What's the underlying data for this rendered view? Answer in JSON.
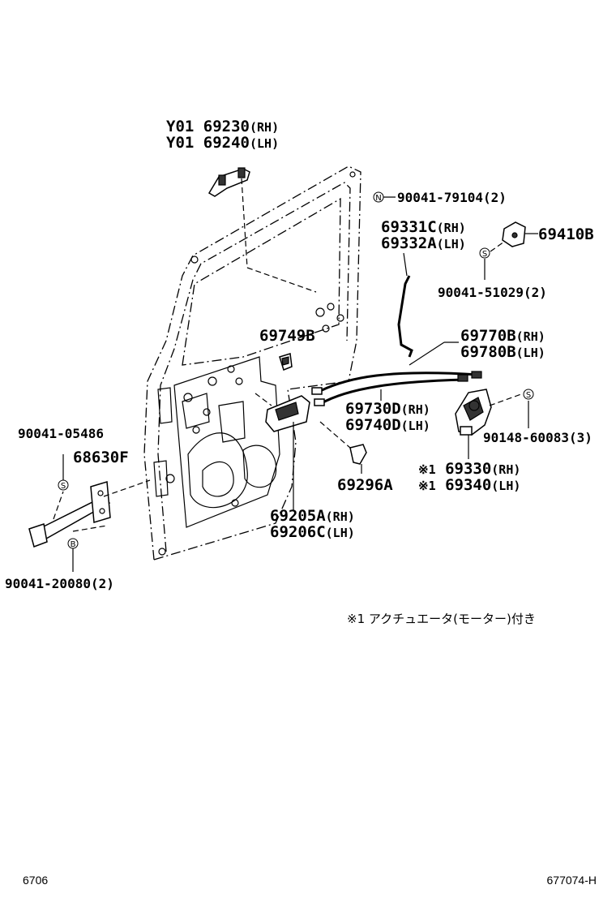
{
  "parts": {
    "outside_handle": {
      "line1_prefix": "Y01",
      "line1_num": "69230",
      "line1_side": "(RH)",
      "line2_prefix": "Y01",
      "line2_num": "69240",
      "line2_side": "(LH)"
    },
    "bolt_n": {
      "symbol": "N",
      "label": "90041-79104(2)"
    },
    "lock_rod": {
      "line1": "69331C",
      "line1_side": "(RH)",
      "line2": "69332A",
      "line2_side": "(LH)"
    },
    "striker": {
      "label": "69410B"
    },
    "screw_s1": {
      "symbol": "S",
      "label": "90041-51029(2)"
    },
    "cable_a": {
      "line1": "69770B",
      "line1_side": "(RH)",
      "line2": "69780B",
      "line2_side": "(LH)"
    },
    "clip": {
      "label": "69749B"
    },
    "cable_b": {
      "line1": "69730D",
      "line1_side": "(RH)",
      "line2": "69740D",
      "line2_side": "(LH)"
    },
    "screw_s2": {
      "symbol": "S",
      "label": "90148-60083(3)"
    },
    "bolt_left": {
      "label": "90041-05486"
    },
    "check": {
      "label": "68630F"
    },
    "grommet": {
      "label": "69296A"
    },
    "lock_assy": {
      "mark": "※1",
      "line1": "69330",
      "line1_side": "(RH)",
      "line2": "69340",
      "line2_side": "(LH)"
    },
    "inside_handle": {
      "line1": "69205A",
      "line1_side": "(RH)",
      "line2": "69206C",
      "line2_side": "(LH)"
    },
    "bolt_b": {
      "symbol": "B",
      "label": "90041-20080(2)"
    }
  },
  "note": "※1 アクチュエータ(モーター)付き",
  "footer": {
    "left": "6706",
    "right": "677074-H"
  }
}
